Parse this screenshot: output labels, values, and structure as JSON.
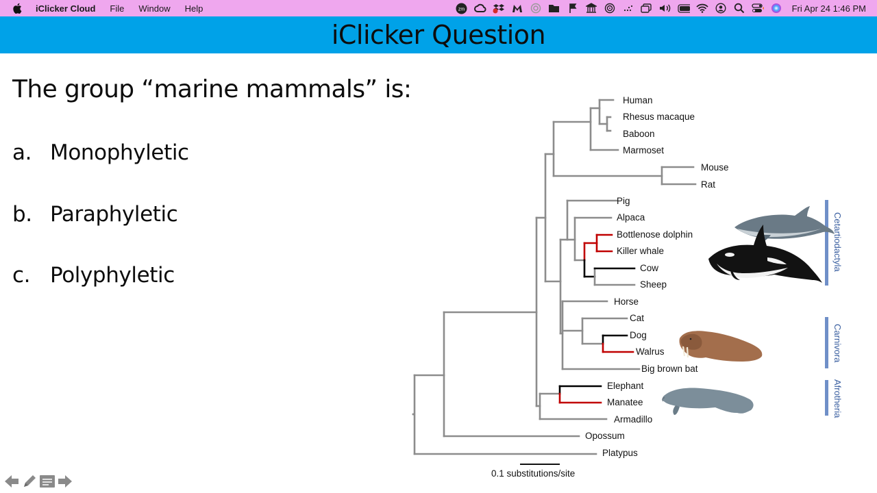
{
  "menubar": {
    "app_name": "iClicker Cloud",
    "menus": [
      "File",
      "Window",
      "Help"
    ],
    "clock": "Fri Apr 24  1:46 PM",
    "status_icons": [
      "zoom-icon",
      "creative-cloud-icon",
      "dropbox-icon",
      "malwarebytes-icon",
      "sync-icon",
      "folder-icon",
      "flag-icon",
      "bank-icon",
      "airdrop-icon",
      "dots-icon",
      "windows-icon",
      "volume-icon",
      "battery-icon",
      "wifi-icon",
      "user-icon",
      "search-icon",
      "control-center-icon",
      "siri-icon"
    ]
  },
  "slide": {
    "title": "iClicker Question",
    "question": "The group “marine mammals” is:",
    "options": [
      {
        "letter": "a.",
        "text": "Monophyletic"
      },
      {
        "letter": "b.",
        "text": "Paraphyletic"
      },
      {
        "letter": "c.",
        "text": "Polyphyletic"
      }
    ]
  },
  "tree": {
    "taxa": [
      "Human",
      "Rhesus macaque",
      "Baboon",
      "Marmoset",
      "Mouse",
      "Rat",
      "Pig",
      "Alpaca",
      "Bottlenose dolphin",
      "Killer whale",
      "Cow",
      "Sheep",
      "Horse",
      "Cat",
      "Dog",
      "Walrus",
      "Big brown bat",
      "Elephant",
      "Manatee",
      "Armadillo",
      "Opossum",
      "Platypus"
    ],
    "marine_taxa": [
      "Bottlenose dolphin",
      "Killer whale",
      "Walrus",
      "Manatee"
    ],
    "clades": [
      "Cetartiodactyla",
      "Carnivora",
      "Afrotheria"
    ],
    "scale_label": "0.1 substitutions/site",
    "colors": {
      "branch": "#8c8c8c",
      "marine": "#c00000",
      "highlight": "#000000",
      "clade_bar": "#6f8fc8",
      "title_band": "#00a2e8",
      "menubar": "#efa7ee"
    }
  },
  "nav": {
    "buttons": [
      "previous-slide",
      "pen-tool",
      "slide-menu",
      "next-slide"
    ]
  }
}
